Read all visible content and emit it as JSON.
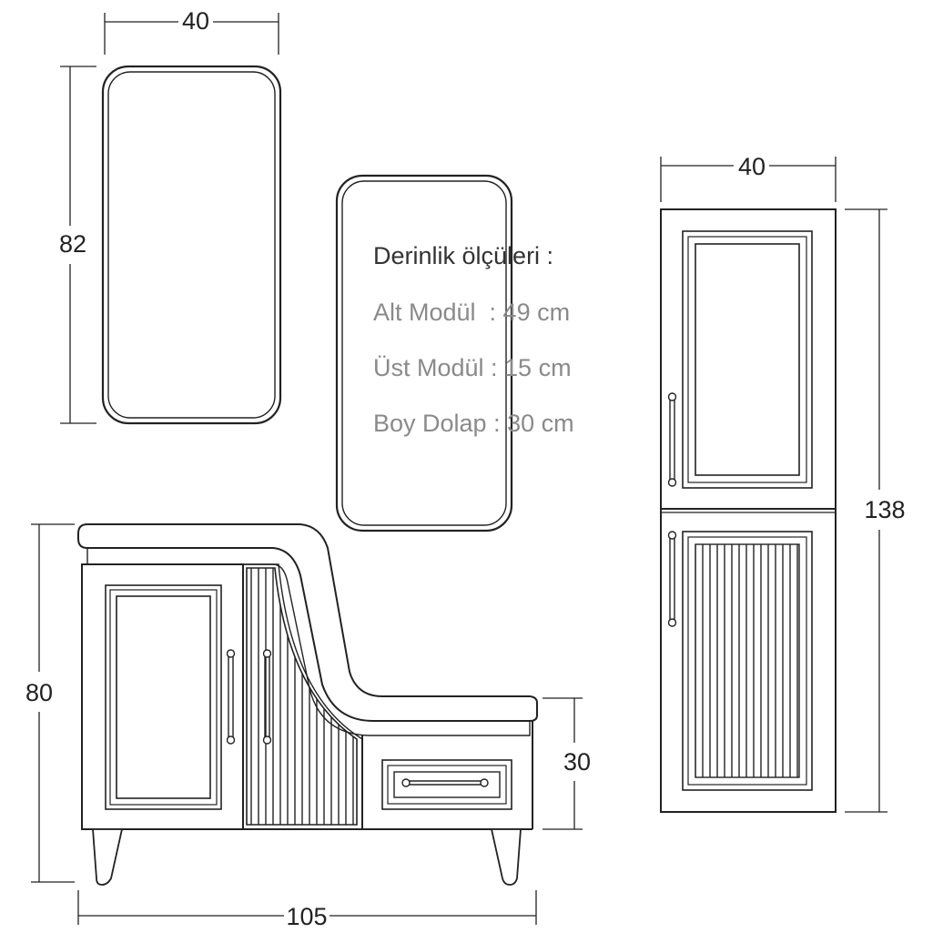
{
  "dimensions": {
    "mirror_left_width": "40",
    "mirror_left_height": "82",
    "tall_cabinet_width": "40",
    "tall_cabinet_height": "138",
    "bench_height": "80",
    "bench_seat_height": "30",
    "bench_width": "105"
  },
  "depth_note": {
    "title": "Derinlik ölçüleri :",
    "lines": [
      "Alt Modül  : 49 cm",
      "Üst Modül : 15 cm",
      "Boy Dolap : 30 cm"
    ]
  },
  "colors": {
    "line": "#222222",
    "note_title": "#333333",
    "note_lines": "#8a8a8a"
  }
}
